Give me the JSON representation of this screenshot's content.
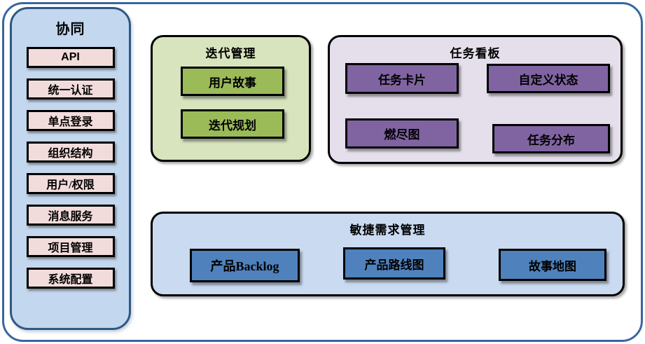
{
  "palette": {
    "outer_border": "#3a66a0",
    "sidebar_fill": "#c3d7ef",
    "sidebar_border": "#2d5986",
    "item_pink": "#f2dcdb",
    "panel_green": "#d7e4bd",
    "box_green": "#9bbb59",
    "panel_purple": "#e5dfec",
    "box_purple": "#8064a2",
    "panel_blue": "#c9daf1",
    "box_blue": "#4f81bd",
    "text": "#000000"
  },
  "sidebar": {
    "title": "协同",
    "items": [
      {
        "label": "API"
      },
      {
        "label": "统一认证"
      },
      {
        "label": "单点登录"
      },
      {
        "label": "组织结构"
      },
      {
        "label": "用户/权限"
      },
      {
        "label": "消息服务"
      },
      {
        "label": "项目管理"
      },
      {
        "label": "系统配置"
      }
    ]
  },
  "iteration": {
    "title": "迭代管理",
    "items": [
      {
        "label": "用户故事"
      },
      {
        "label": "迭代规划"
      }
    ]
  },
  "kanban": {
    "title": "任务看板",
    "items": [
      {
        "label": "任务卡片"
      },
      {
        "label": "自定义状态"
      },
      {
        "label": "燃尽图"
      },
      {
        "label": "任务分布"
      }
    ]
  },
  "requirements": {
    "title": "敏捷需求管理",
    "items": [
      {
        "label": "产品Backlog"
      },
      {
        "label": "产品路线图"
      },
      {
        "label": "故事地图"
      }
    ]
  }
}
